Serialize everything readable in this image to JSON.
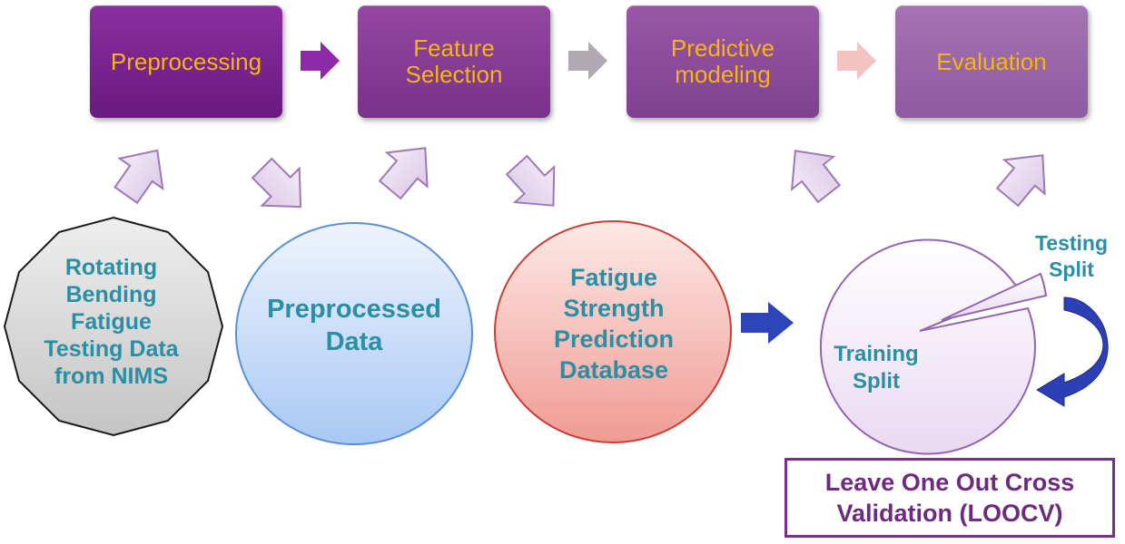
{
  "stages": [
    {
      "label": "Preprocessing"
    },
    {
      "label": "Feature\nSelection"
    },
    {
      "label": "Predictive\nmodeling"
    },
    {
      "label": "Evaluation"
    }
  ],
  "nodes": {
    "source": "Rotating\nBending\nFatigue\nTesting Data\nfrom NIMS",
    "preprocessed": "Preprocessed\nData",
    "database": "Fatigue\nStrength\nPrediction\nDatabase",
    "training": "Training\nSplit",
    "testing": "Testing\nSplit"
  },
  "loocv": "Leave One Out Cross\nValidation (LOOCV)",
  "colors": {
    "stage_text": "#f5b70f",
    "node_text": "#2a8fa4",
    "stage_purple": "#7b2e8e",
    "flow_arrow": "#2c45b8"
  }
}
